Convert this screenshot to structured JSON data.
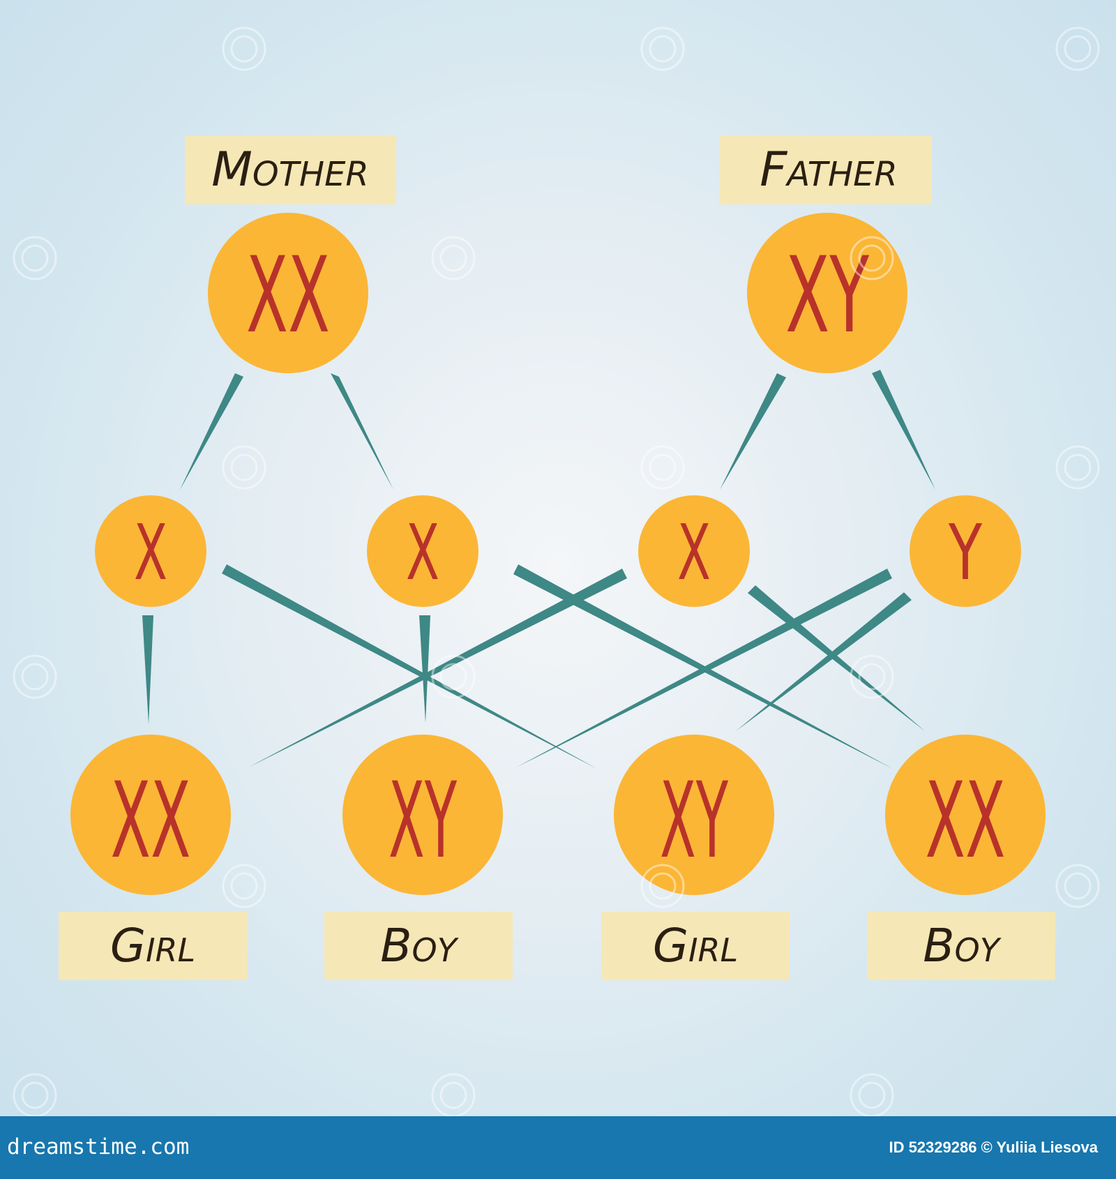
{
  "diagram": {
    "parents": [
      {
        "label": "Mother",
        "chromosomes": "XX"
      },
      {
        "label": "Father",
        "chromosomes": "XY"
      }
    ],
    "gametes": [
      {
        "chromosome": "X"
      },
      {
        "chromosome": "X"
      },
      {
        "chromosome": "X"
      },
      {
        "chromosome": "Y"
      }
    ],
    "children": [
      {
        "label": "Girl",
        "chromosomes": "XX"
      },
      {
        "label": "Boy",
        "chromosomes": "XY"
      },
      {
        "label": "Girl",
        "chromosomes": "XY"
      },
      {
        "label": "Boy",
        "chromosomes": "XX"
      }
    ],
    "colors": {
      "circle": "#fbb636",
      "chromosome_text": "#b8322a",
      "label_box": "#f6e7b6",
      "connector": "#3e8886",
      "footer": "#1777ae"
    }
  },
  "footer": {
    "site": "dreamstime.com",
    "image_id": "ID 52329286 © Yuliia Liesova"
  }
}
